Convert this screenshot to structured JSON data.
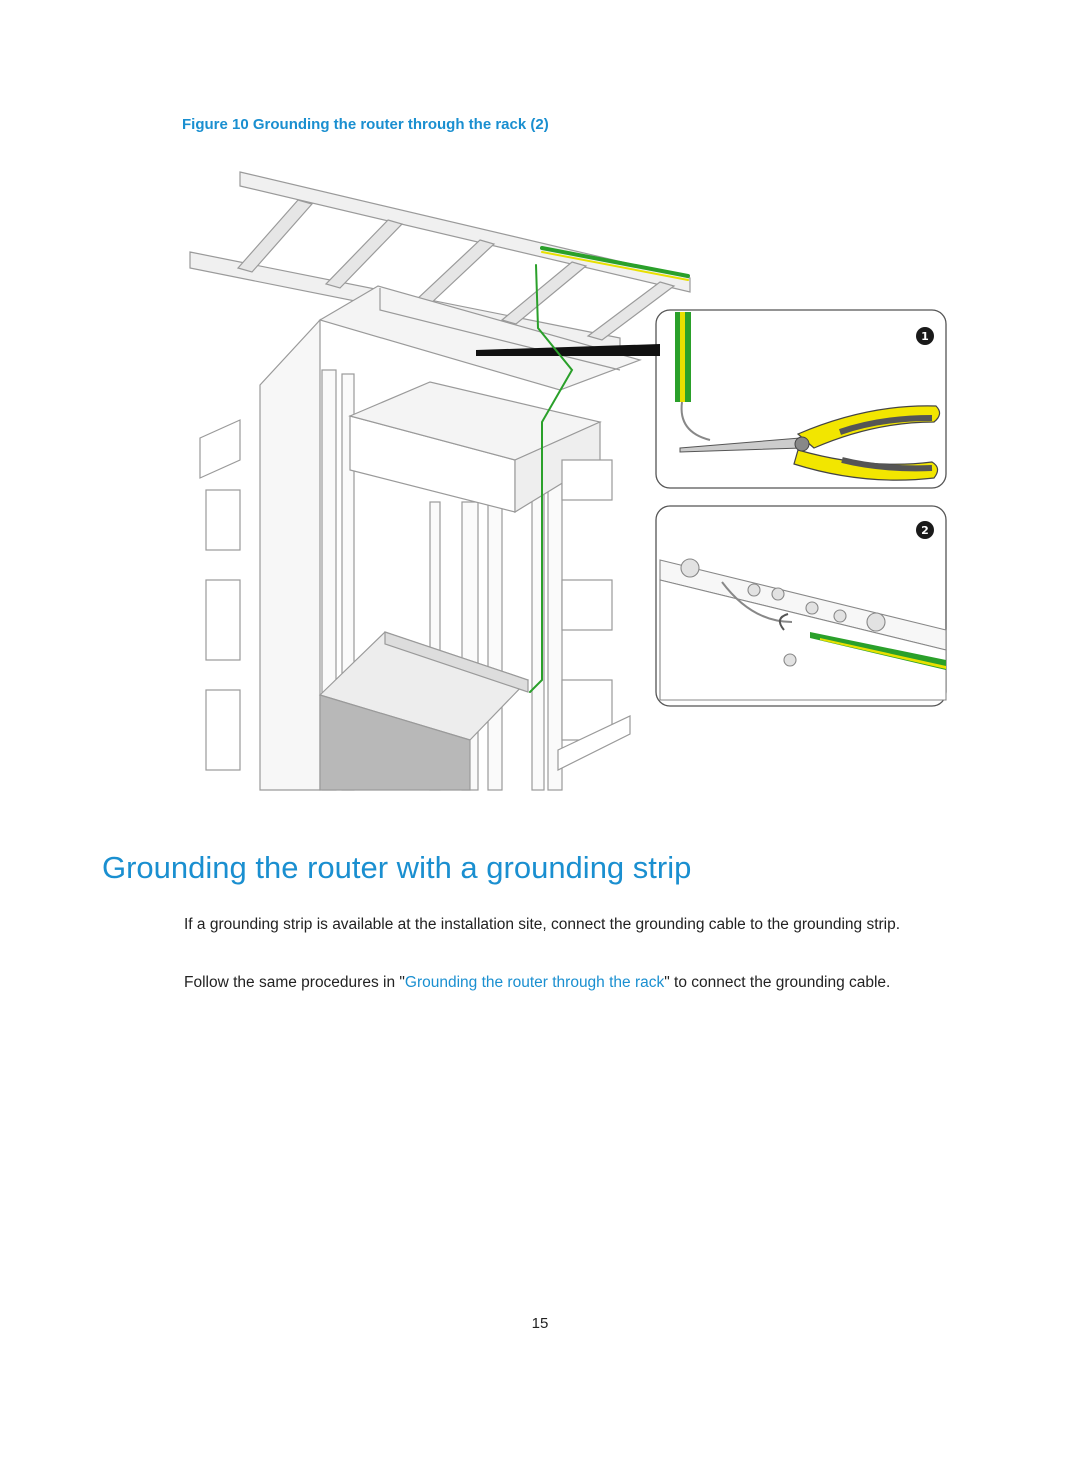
{
  "figure": {
    "caption_label": "Figure 10",
    "caption_title": "Grounding the router through the rack (2)",
    "callouts": [
      "1",
      "2"
    ]
  },
  "section": {
    "heading": "Grounding the router with a grounding strip",
    "para1": "If a grounding strip is available at the installation site, connect the grounding cable to the grounding strip.",
    "para2_before": "Follow the same procedures in \"",
    "para2_link": "Grounding the router through the rack",
    "para2_after": "\" to connect the grounding cable."
  },
  "footer": {
    "page_number": "15"
  },
  "colors": {
    "accent": "#1a8fd0",
    "ground_green": "#2aa02a",
    "ground_yellow": "#e8e000",
    "plier_yellow": "#f2e600",
    "plier_grey": "#555555"
  }
}
